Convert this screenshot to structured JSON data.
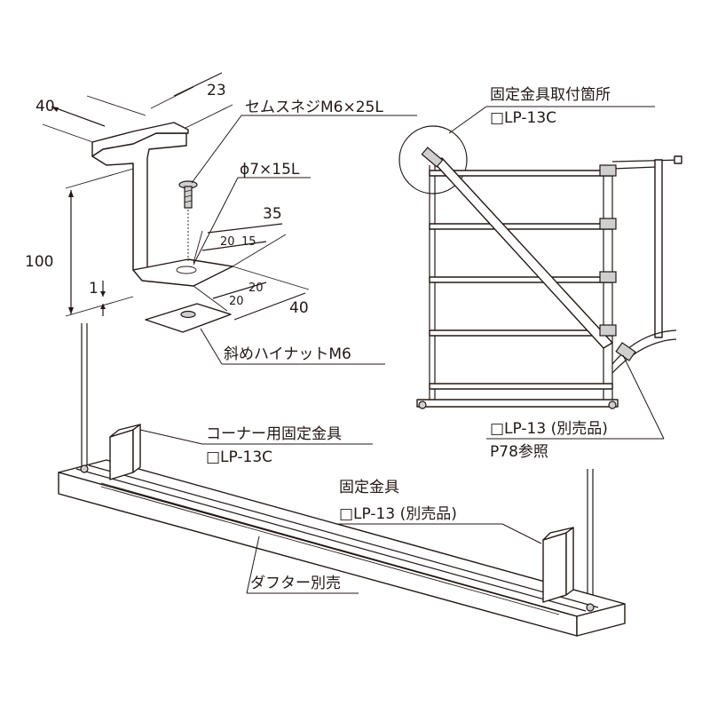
{
  "dimensions": {
    "bracket_width": "40",
    "bracket_depth": "23",
    "bracket_height": "100",
    "thickness": "1",
    "hole_spacing_a": "35",
    "hole_offset_a1": "20",
    "hole_offset_a2": "15",
    "hole_offset_b1": "20",
    "hole_offset_b2": "20",
    "hole_width_b": "40",
    "hole_spec": "ϕ7×15L"
  },
  "labels": {
    "screw": "セムスネジM6×25L",
    "diagonal_nut": "斜めハイナットM6",
    "mount_location": "固定金具取付箇所",
    "mount_location_part": "□LP-13C",
    "lp13_sold_separately": "□LP-13 (別売品)",
    "see_page": "P78参照",
    "corner_bracket": "コーナー用固定金具",
    "corner_bracket_part": "□LP-13C",
    "fixing_bracket": "固定金具",
    "fixing_bracket_part": "□LP-13 (別売品)",
    "duct_sold_separately": "ダフター別売"
  },
  "colors": {
    "line": "#231815",
    "fill_grey": "#cfcfcf",
    "background": "#ffffff"
  }
}
